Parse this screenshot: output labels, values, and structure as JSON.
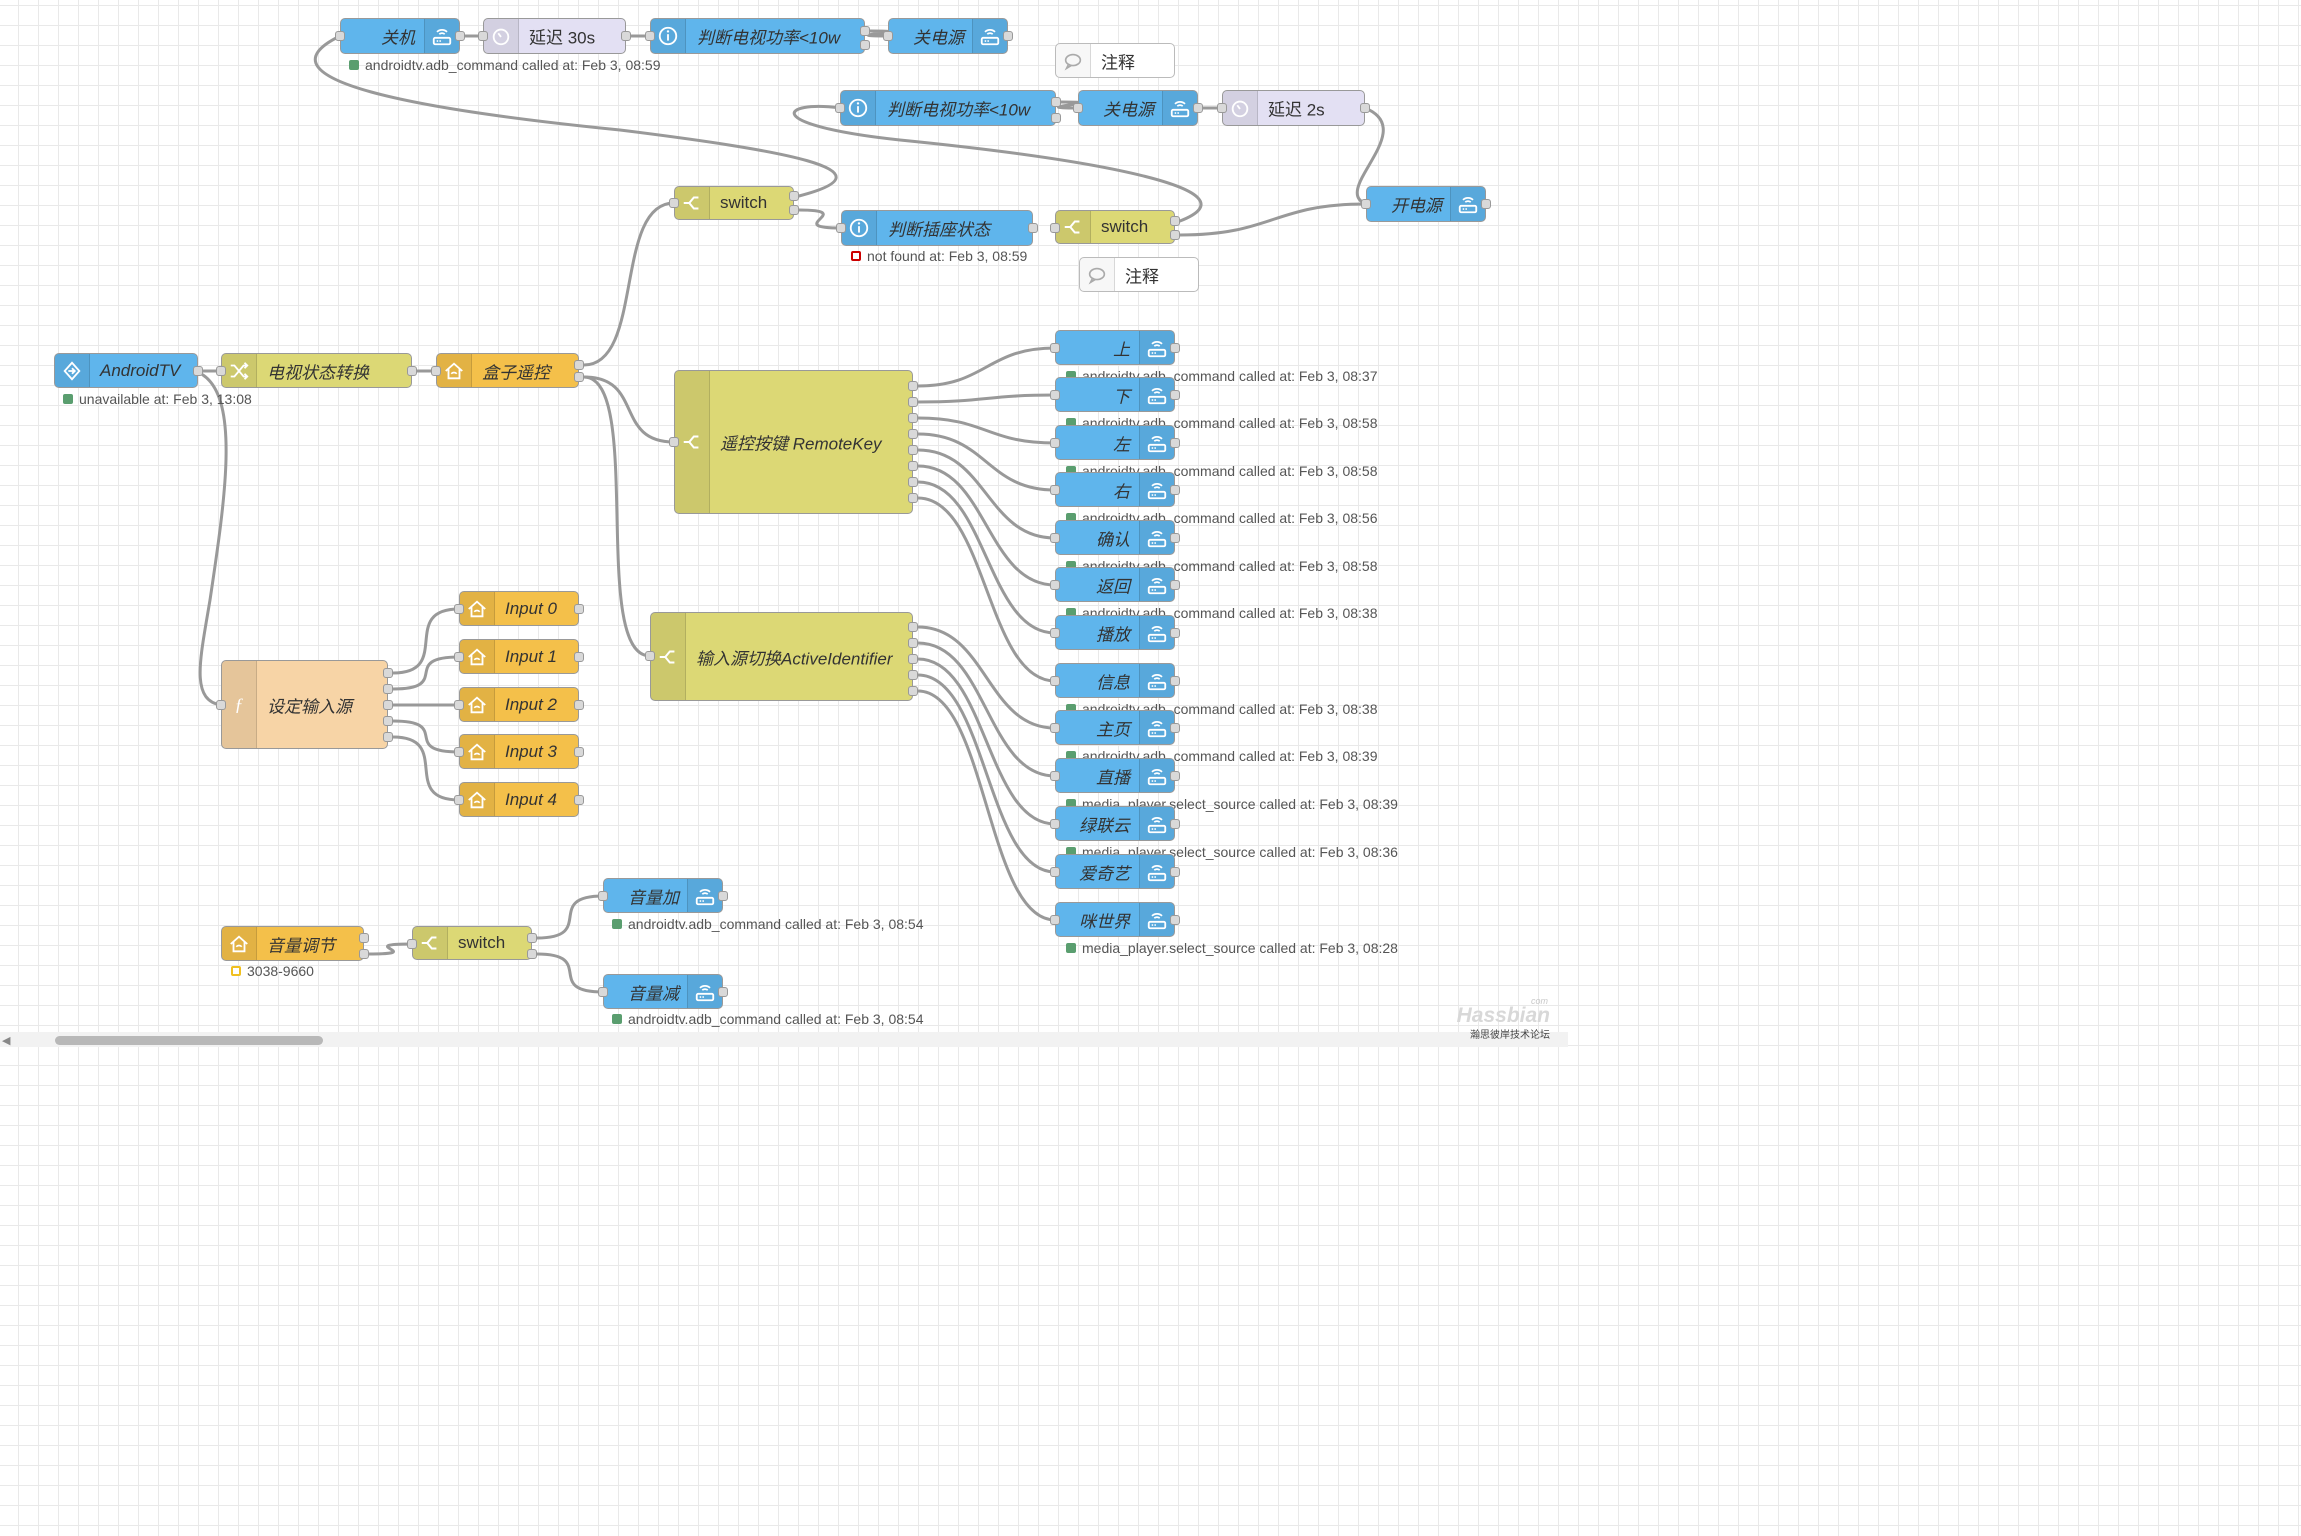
{
  "nodes": {
    "shutdown": {
      "label": "关机"
    },
    "delay30": {
      "label": "延迟 30s"
    },
    "check_power_1": {
      "label": "判断电视功率<10w"
    },
    "power_off_1": {
      "label": "关电源"
    },
    "comment_1": {
      "label": "注释"
    },
    "check_power_2": {
      "label": "判断电视功率<10w"
    },
    "power_off_2": {
      "label": "关电源"
    },
    "delay2": {
      "label": "延迟 2s"
    },
    "power_on": {
      "label": "开电源"
    },
    "switch_main": {
      "label": "switch"
    },
    "check_socket": {
      "label": "判断插座状态"
    },
    "switch_socket": {
      "label": "switch"
    },
    "comment_2": {
      "label": "注释"
    },
    "androidtv": {
      "label": "AndroidTV"
    },
    "tv_state_convert": {
      "label": "电视状态转换"
    },
    "box_remote": {
      "label": "盒子遥控"
    },
    "remote_key": {
      "label": "遥控按键 RemoteKey"
    },
    "input_switch": {
      "label": "输入源切换ActiveIdentifier"
    },
    "set_input": {
      "label": "设定输入源"
    },
    "inputs": [
      "Input 0",
      "Input 1",
      "Input 2",
      "Input 3",
      "Input 4"
    ],
    "volume_adjust": {
      "label": "音量调节"
    },
    "switch_volume": {
      "label": "switch"
    },
    "volume_up": {
      "label": "音量加"
    },
    "volume_down": {
      "label": "音量减"
    },
    "keys": [
      "上",
      "下",
      "左",
      "右",
      "确认",
      "返回",
      "播放",
      "信息",
      "主页",
      "直播",
      "绿联云",
      "爱奇艺",
      "咪世界"
    ]
  },
  "statuses": {
    "shutdown": "androidtv.adb_command called at: Feb 3, 08:59",
    "check_socket": "not found at: Feb 3, 08:59",
    "androidtv": "unavailable at: Feb 3, 13:08",
    "volume_adjust": "3038-9660",
    "volume_up": "androidtv.adb_command called at: Feb 3, 08:54",
    "volume_down": "androidtv.adb_command called at: Feb 3, 08:54",
    "keys": [
      "androidtv.adb_command called at: Feb 3, 08:37",
      "androidtv.adb_command called at: Feb 3, 08:58",
      "androidtv.adb_command called at: Feb 3, 08:58",
      "androidtv.adb_command called at: Feb 3, 08:56",
      "androidtv.adb_command called at: Feb 3, 08:58",
      "androidtv.adb_command called at: Feb 3, 08:38",
      "",
      "androidtv.adb_command called at: Feb 3, 08:38",
      "androidtv.adb_command called at: Feb 3, 08:39",
      "media_player.select_source called at: Feb 3, 08:39",
      "media_player.select_source called at: Feb 3, 08:36",
      "",
      "media_player.select_source called at: Feb 3, 08:28"
    ]
  },
  "watermark": {
    "top": "com",
    "main": "Hassbian",
    "sub": "瀚思彼岸技术论坛"
  },
  "colors": {
    "action_node": "#5fb5ec",
    "switch_node": "#dcd875",
    "homekit_node": "#f4c04a",
    "delay_node": "#e3e0f3",
    "function_node": "#f7d4a6",
    "status_ok": "#5a9e6f",
    "status_error": "#cc0000",
    "status_warn": "#f0c020"
  },
  "icons": {
    "action": "router-wifi-icon",
    "delay": "timer-icon",
    "current_state": "info-icon",
    "switch": "switch-branch-icon",
    "change": "shuffle-icon",
    "homekit": "home-icon",
    "function": "function-icon",
    "events": "arrow-in-icon",
    "comment": "comment-icon"
  }
}
